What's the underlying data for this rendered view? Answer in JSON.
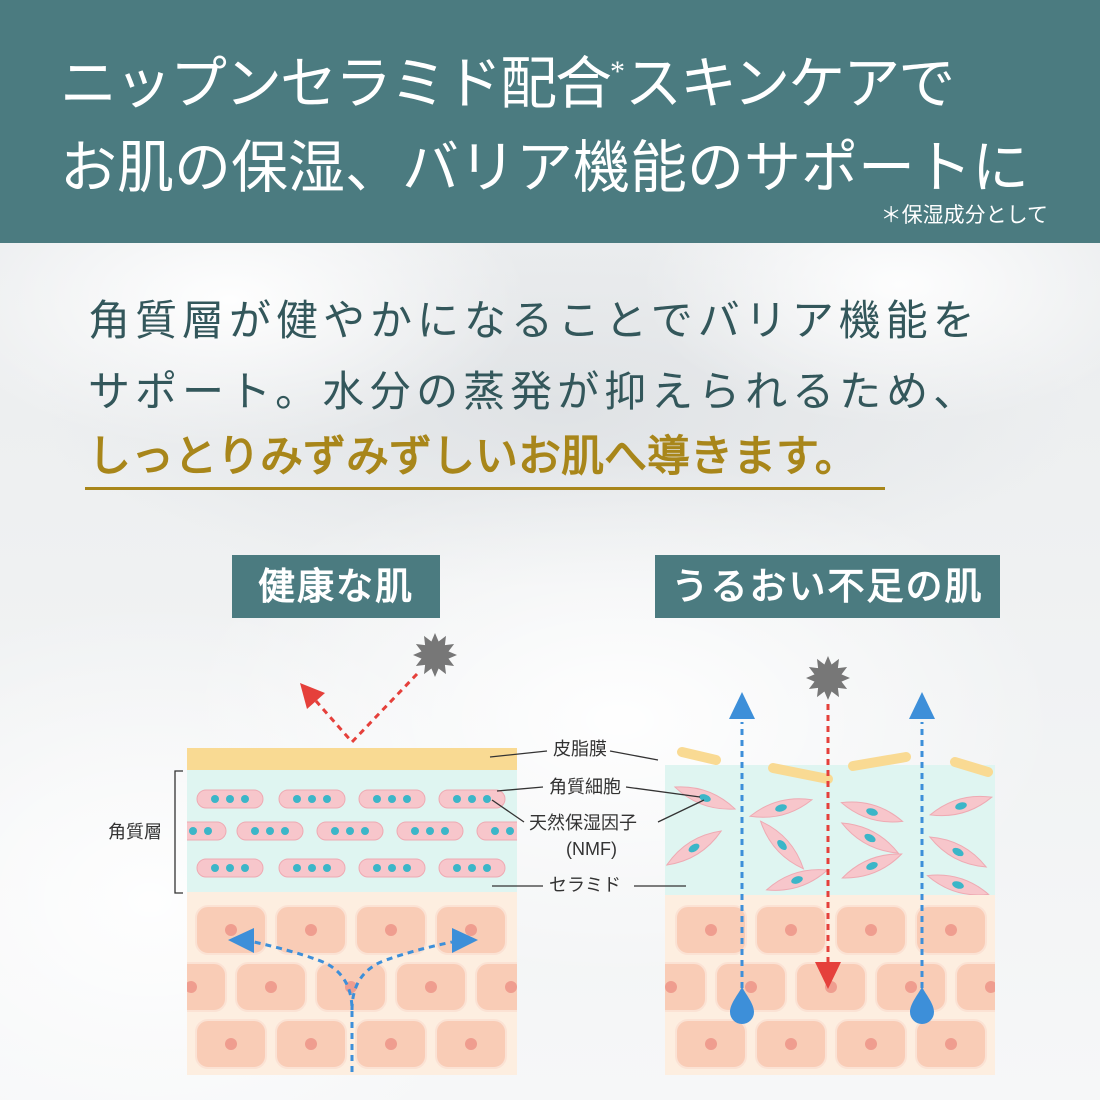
{
  "header": {
    "title_line1_main": "ニップンセラミド配合",
    "title_line1_mark": "*",
    "title_line1_tail": "スキンケアで",
    "title_line2": "お肌の保湿、バリア機能のサポートに",
    "footnote": "＊保湿成分として"
  },
  "intro": {
    "line1": "角質層が健やかになることでバリア機能を",
    "line2": "サポート。水分の蒸発が抑えられるため、",
    "highlight": "しっとりみずみずしいお肌へ導きます。"
  },
  "panels": {
    "healthy": "健康な肌",
    "dry": "うるおい不足の肌"
  },
  "diagram_labels": {
    "stratum_corneum": "角質層",
    "sebum_film": "皮脂膜",
    "corneocyte": "角質細胞",
    "nmf_line1": "天然保湿因子",
    "nmf_line2": "(NMF)",
    "ceramide": "セラミド"
  },
  "icons": {
    "stimulus": "starburst-icon",
    "water": "water-drop-icon",
    "arrowhead": "arrowhead-icon"
  },
  "colors": {
    "header_teal": "#4b7b80",
    "text_teal": "#33575b",
    "highlight_gold": "#a8861a",
    "sebum": "#f9da93",
    "stratum": "#dff5f1",
    "corneocyte": "#f7c6cb",
    "nmf": "#3bb6c8",
    "epidermis": "#fdeee0",
    "cell": "#f9ccb6",
    "nucleus": "#ef9d8f",
    "moisture_arrow": "#3d8fd9",
    "stimulus_arrow": "#e5403b",
    "stimulus_burst": "#777777"
  }
}
